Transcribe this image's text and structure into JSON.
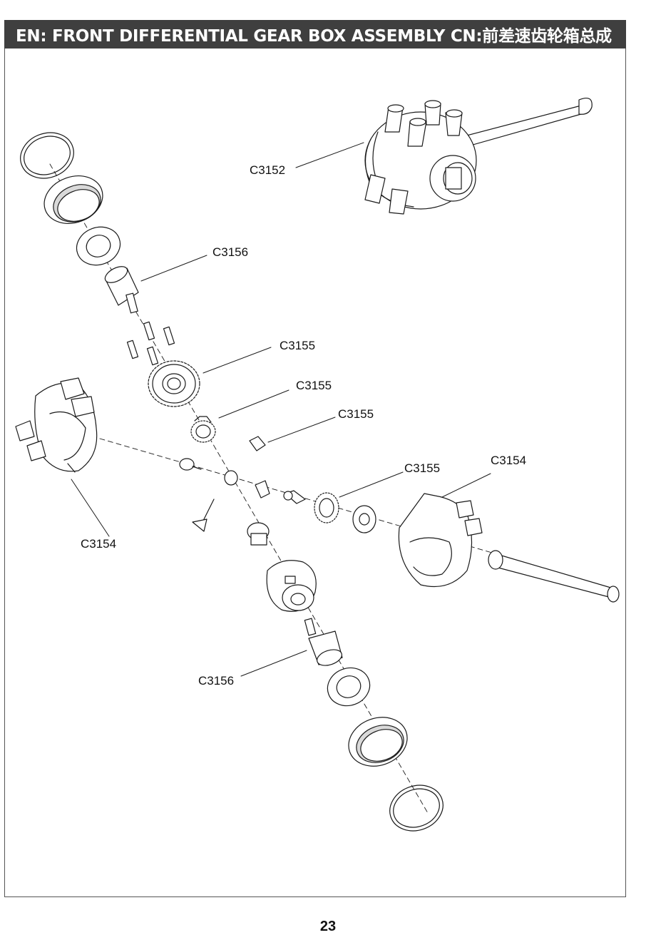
{
  "header": {
    "title": "EN: FRONT DIFFERENTIAL GEAR BOX  ASSEMBLY   CN:前差速齿轮箱总成"
  },
  "parts": {
    "c3152": "C3152",
    "c3156_top": "C3156",
    "c3155_a": "C3155",
    "c3155_b": "C3155",
    "c3155_c": "C3155",
    "c3155_d": "C3155",
    "c3154_right": "C3154",
    "c3154_left": "C3154",
    "c3156_bottom": "C3156"
  },
  "colors": {
    "header_bg": "#3f3f3f",
    "header_text": "#ffffff",
    "line": "#1a1a1a",
    "fill": "#ffffff",
    "shade": "#d9d9d9"
  },
  "footer": {
    "page_number": "23"
  }
}
